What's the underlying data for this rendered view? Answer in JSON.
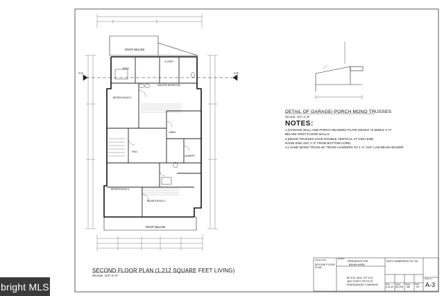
{
  "plan": {
    "title": "SECOND FLOOR PLAN (1,212 SQUARE FEET LIVING)",
    "scale": "SCALE: 1/4\"=1'-0\""
  },
  "detail": {
    "title": "DETAIL OF GARAGE/ PORCH MONO TRUSSES",
    "scale": "SCALE: 1/4\"=1'-0\"",
    "notes_heading": "NOTES:",
    "notes": [
      "1.)GARAGE WALL AND PORCH HEADERS PLATE HEIGHT IS MINUS 1'-0\"",
      "BELOW FIRST FLOOR WALLS.",
      "2.)MONO TRUSSES HAVE DOUBLE VERTICAL AT HIGH END",
      "RAISE END LEG 1'-0\" FROM BOTTOM CORD.",
      "3.) HAND MONO TRUSS W/ TRUSS HANGERS TO 1 ¾\" X16\" LAM BEAM HEADER"
    ]
  },
  "section_markers": [
    "A-6",
    "A-6"
  ],
  "room_labels": {
    "roof_below_top": "ROOF BELOW",
    "roof_below_bottom": "ROOF BELOW",
    "bath": "BATH",
    "closet": "CLOSET",
    "master_bedroom": "MASTER BEDROOM",
    "bedroom_3": "BEDROOM NO.3",
    "bedroom_4": "BEDROOM NO.4",
    "bedroom_2": "BEDROOM NO.2",
    "laundry": "LAUNDRY",
    "hall": "HALL",
    "linen": "LINEN"
  },
  "title_block": {
    "drawing_title_label": "drawing title:",
    "drawing_title": "SECOND FLOOR PLAN",
    "project_label": "project:",
    "project_line1": "RESIDENCE FOR",
    "project_line2": "BAYAN HARB",
    "location_line1": "BLOCK: 4611  LOT 5.01",
    "location_line2": "2637 FORTY FIFTH ST",
    "location_line3": "PENNSAUKEN TOWNSHIP",
    "engineer": "KEITH HABERERN, PE, RA",
    "date_label": "date:",
    "date": "6-23-20",
    "scale_label": "scale:",
    "scale": "NOTED",
    "drawn_label": "drawn:",
    "drawn": "MB",
    "checked_label": "chkd:",
    "checked": "KH",
    "sheet_label": "sheet no.:",
    "sheet": "A-3"
  },
  "watermark": "bright MLS"
}
